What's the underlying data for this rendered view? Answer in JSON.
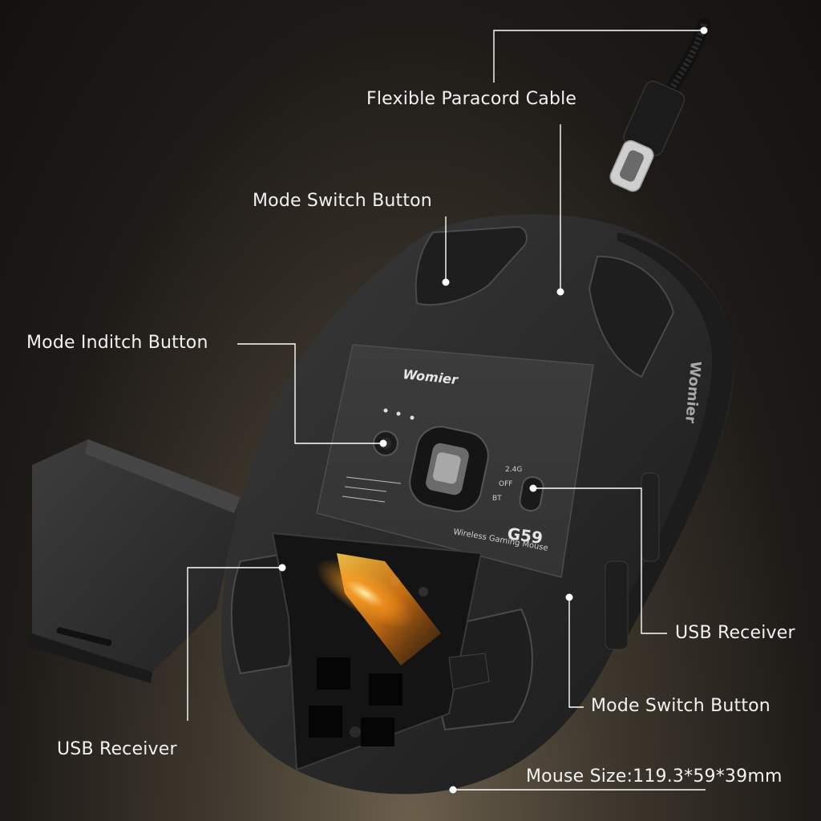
{
  "labels": {
    "cable": "Flexible Paracord Cable",
    "mode_switch_top": "Mode Switch Button",
    "mode_inditch": "Mode Inditch Button",
    "usb_receiver_left": "USB Receiver",
    "usb_receiver_right": "USB Receiver",
    "mode_switch_bottom": "Mode Switch Button",
    "size": "Mouse Size:119.3*59*39mm"
  },
  "mouse_print": {
    "brand": "Womier",
    "model": "G59",
    "subtitle": "Wireless Gaming Mouse",
    "side_brand": "Womier",
    "mode_2g4": "2.4G",
    "mode_off": "OFF",
    "mode_bt": "BT"
  },
  "colors": {
    "label_text": "#f2f2f2",
    "callout_line": "#ffffff",
    "mouse_body": "#2b2b2b",
    "glow_accent": "#ff9a1f"
  }
}
